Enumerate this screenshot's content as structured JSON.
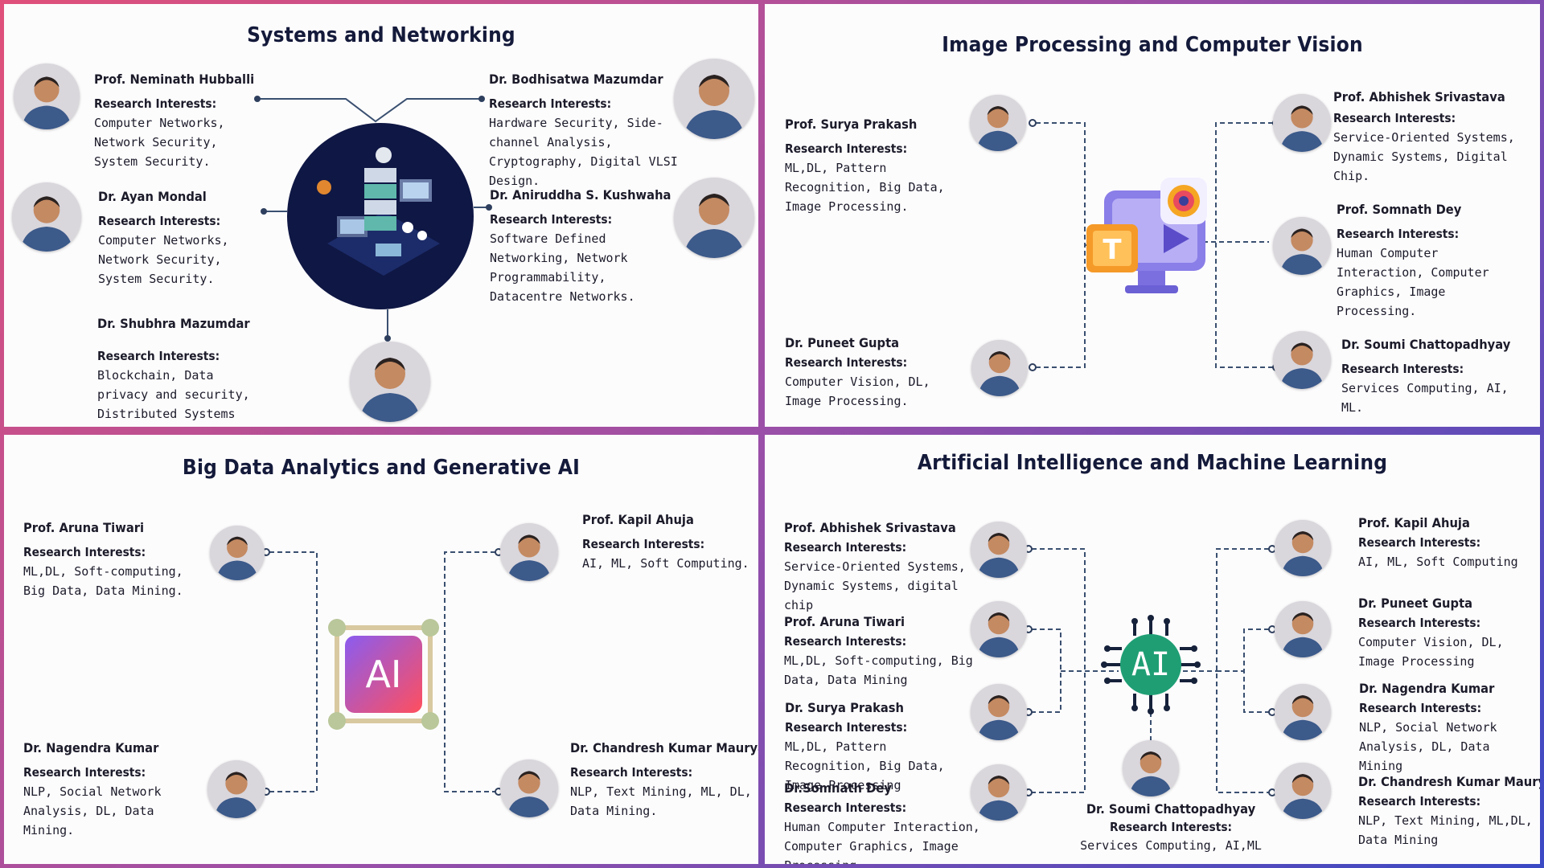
{
  "panels": {
    "p1": {
      "title": "Systems and Networking",
      "people": [
        {
          "name": "Prof. Neminath Hubballi",
          "label": "Research Interests:",
          "text": "Computer Networks, Network Security, System Security."
        },
        {
          "name": "Dr. Ayan Mondal",
          "label": "Research Interests:",
          "text": "Computer Networks, Network Security, System Security."
        },
        {
          "name": "Dr. Shubhra Mazumdar",
          "label": "Research Interests:",
          "text": "Blockchain, Data privacy and security, Distributed Systems Security."
        },
        {
          "name": "Dr. Bodhisatwa Mazumdar",
          "label": "Research Interests:",
          "text": "Hardware Security, Side-channel Analysis, Cryptography, Digital VLSI Design."
        },
        {
          "name": "Dr. Aniruddha S. Kushwaha",
          "label": "Research Interests:",
          "text": "Software Defined Networking, Network Programmability, Datacentre Networks."
        }
      ]
    },
    "p2": {
      "title": "Image Processing and Computer Vision",
      "people": [
        {
          "name": "Prof. Surya Prakash",
          "label": "Research Interests:",
          "text": "ML,DL, Pattern Recognition, Big Data, Image Processing."
        },
        {
          "name": "Dr. Puneet Gupta",
          "label": "Research Interests:",
          "text": "Computer Vision, DL, Image Processing."
        },
        {
          "name": "Prof. Abhishek Srivastava",
          "label": "Research Interests:",
          "text": "Service-Oriented Systems, Dynamic Systems, Digital Chip."
        },
        {
          "name": "Prof. Somnath Dey",
          "label": "Research Interests:",
          "text": "Human Computer Interaction, Computer Graphics, Image Processing."
        },
        {
          "name": "Dr. Soumi Chattopadhyay",
          "label": "Research Interests:",
          "text": "Services Computing, AI, ML."
        }
      ]
    },
    "p3": {
      "title": "Big Data Analytics and Generative AI",
      "center_label": "AI",
      "people": [
        {
          "name": "Prof. Aruna Tiwari",
          "label": "Research Interests:",
          "text": "ML,DL, Soft-computing, Big Data, Data Mining."
        },
        {
          "name": "Dr. Nagendra Kumar",
          "label": "Research Interests:",
          "text": "NLP, Social Network Analysis, DL, Data Mining."
        },
        {
          "name": "Prof. Kapil Ahuja",
          "label": "Research Interests:",
          "text": "AI, ML, Soft Computing."
        },
        {
          "name": "Dr. Chandresh Kumar Maurya",
          "label": "Research Interests:",
          "text": " NLP, Text Mining, ML, DL, Data Mining."
        }
      ]
    },
    "p4": {
      "title": "Artificial Intelligence and Machine Learning",
      "center_label": "AI",
      "people": [
        {
          "name": "Prof. Abhishek Srivastava",
          "label": "Research Interests:",
          "text": "Service-Oriented Systems, Dynamic Systems, digital chip"
        },
        {
          "name": "Prof. Aruna Tiwari",
          "label": "Research Interests:",
          "text": "ML,DL, Soft-computing, Big Data, Data Mining"
        },
        {
          "name": "Dr. Surya Prakash",
          "label": "Research Interests:",
          "text": "ML,DL, Pattern Recognition, Big Data, Image Processing"
        },
        {
          "name": "Dr.Somnath Dey",
          "label": "Research Interests:",
          "text": "Human Computer Interaction, Computer Graphics, Image Processing"
        },
        {
          "name": "Dr. Soumi Chattopadhyay",
          "label": "Research Interests:",
          "text": "Services Computing, AI,ML"
        },
        {
          "name": "Prof. Kapil Ahuja",
          "label": "Research Interests:",
          "text": "AI, ML, Soft Computing"
        },
        {
          "name": "Dr. Puneet Gupta",
          "label": "Research Interests:",
          "text": "Computer Vision, DL, Image Processing"
        },
        {
          "name": "Dr. Nagendra Kumar",
          "label": "Research Interests:",
          "text": "NLP, Social Network Analysis, DL, Data Mining"
        },
        {
          "name": "Dr. Chandresh Kumar Maurya",
          "label": "Research Interests:",
          "text": " NLP, Text Mining, ML,DL, Data Mining"
        }
      ]
    }
  },
  "icons": {
    "p1_center": "server-network-illustration-icon",
    "p2_center": "computer-vision-monitor-icon",
    "p3_center": "ai-chip-badge-icon",
    "p4_center": "ai-circuit-icon",
    "avatar": "person-portrait-icon"
  },
  "colors": {
    "title": "#141a3a",
    "connector": "#3a5070",
    "p1_circle": "#0f1744",
    "ai_green": "#1f9e74",
    "gradient": [
      "#e0507a",
      "#9a4fa8",
      "#3a49c4"
    ]
  }
}
